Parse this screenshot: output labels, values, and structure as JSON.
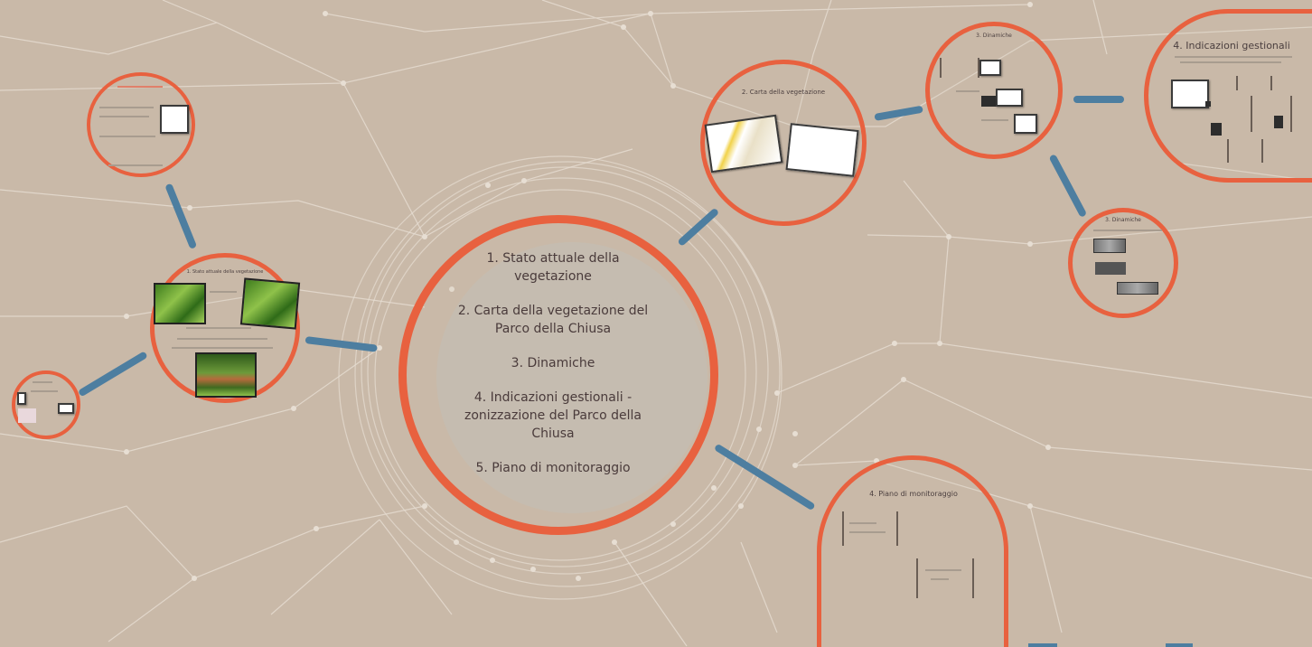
{
  "main_topics": [
    "1. Stato attuale della vegetazione",
    "2. Carta della vegetazione del Parco della Chiusa",
    "3. Dinamiche",
    "4. Indicazioni gestionali - zonizzazione del Parco della Chiusa",
    "5. Piano di monitoraggio"
  ],
  "frames": {
    "stato_attuale": "1. Stato attuale della vegetazione",
    "carta": "2. Carta della vegetazione",
    "dinamiche_a": "3. Dinamiche",
    "dinamiche_b": "3. Dinamiche",
    "indicazioni": "4. Indicazioni gestionali",
    "monitoraggio": "4. Piano di monitoraggio"
  },
  "colors": {
    "background": "#c9b9a8",
    "ring": "#e8613f",
    "connector": "#4d7ea0",
    "text": "#4a3b3b"
  }
}
